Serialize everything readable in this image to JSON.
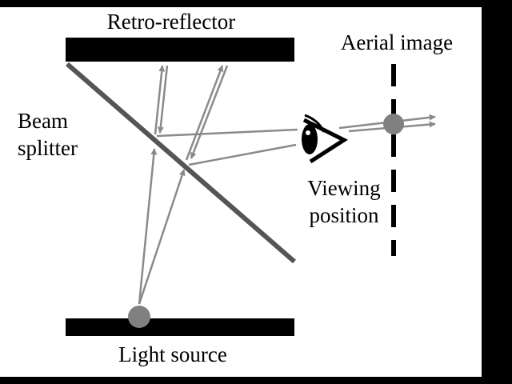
{
  "labels": {
    "retro_reflector": "Retro-reflector",
    "aerial_image": "Aerial image",
    "beam_splitter_line1": "Beam",
    "beam_splitter_line2": "splitter",
    "viewing_line1": "Viewing",
    "viewing_line2": "position",
    "light_source": "Light source"
  },
  "colors": {
    "frame": "#000000",
    "canvas": "#ffffff",
    "component": "#000000",
    "beam_splitter": "#555555",
    "ray": "#8a8a8a",
    "source_point": "#808080",
    "image_point": "#808080",
    "text": "#000000"
  },
  "icons": {
    "viewer": "eye-icon"
  }
}
